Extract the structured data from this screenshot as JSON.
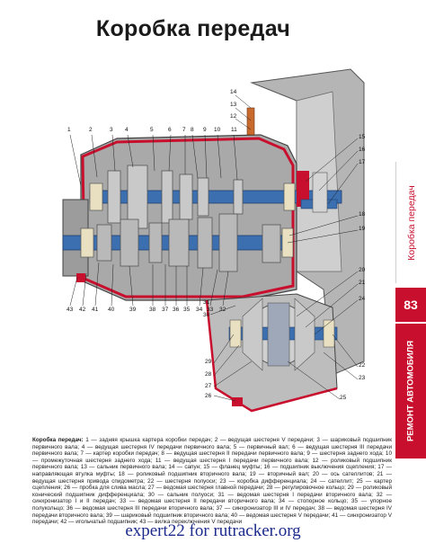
{
  "title": "Коробка передач",
  "side": {
    "section": "Коробка передач",
    "page_number": "83",
    "book": "РЕМОНТ АВТОМОБИЛЯ"
  },
  "callouts": {
    "top": [
      "1",
      "2",
      "3",
      "4",
      "5",
      "6",
      "7",
      "8",
      "9",
      "10",
      "11"
    ],
    "right": [
      "14",
      "13",
      "12",
      "15",
      "16",
      "17",
      "18",
      "19",
      "20",
      "21",
      "22",
      "23",
      "24",
      "25"
    ],
    "bottom": [
      "43",
      "42",
      "41",
      "40",
      "39",
      "38",
      "37",
      "36",
      "35",
      "34",
      "33",
      "32",
      "31",
      "30"
    ],
    "left_lower": [
      "29",
      "28",
      "27",
      "26"
    ]
  },
  "caption": {
    "heading": "Коробка передач:",
    "text": " 1 — задняя крышка картера коробки передач; 2 — ведущая шестерня V передачи; 3 — шариковый подшипник первичного вала; 4 — ведущая шестерня IV передачи первичного вала; 5 — первичный вал; 6 — ведущая шестерня III передачи первичного вала; 7 — картер коробки передач; 8 — ведущая шестерня II передачи первичного вала; 9 — шестерня заднего хода; 10 — промежуточная шестерня заднего хода; 11 — ведущая шестерня I передачи первичного вала; 12 — роликовый подшипник первичного вала; 13 — сальник первичного вала; 14 — сапун; 15 — фланец муфты; 16 — подшипник выключения сцепления; 17 — направляющая втулка муфты; 18 — роликовый подшипник вторичного вала; 19 — вторичный вал; 20 — ось сателлитов; 21 — ведущая шестерня привода спидометра; 22 — шестерня полуоси; 23 — коробка дифференциала; 24 — сателлит; 25 — картер сцепления; 26 — пробка для слива масла; 27 — ведомая шестерня главной передачи; 28 — регулировочное кольцо; 29 — роликовый конический подшипник дифференциала; 30 — сальник полуоси; 31 — ведомая шестерня I передачи вторичного вала; 32 — синхронизатор I и II передач; 33 — ведомая шестерня II передачи вторичного вала; 34 — стопорное кольцо; 35 — упорное полукольцо; 36 — ведомая шестерня III передачи вторичного вала; 37 — синхронизатор III и IV передач; 38 — ведомая шестерня IV передачи вторичного вала; 39 — шариковый подшипник вторичного вала; 40 — ведомая шестерня V передачи; 41 — синхронизатор V передачи; 42 — игольчатый подшипник; 43 — вилка переключения V передачи"
  },
  "footer": "expert22 for rutracker.org",
  "colors": {
    "accent_red": "#c8102e",
    "housing_gray": "#9a9a9a",
    "shaft_blue": "#3b6fb0",
    "footer_blue": "#1c2a8c"
  }
}
